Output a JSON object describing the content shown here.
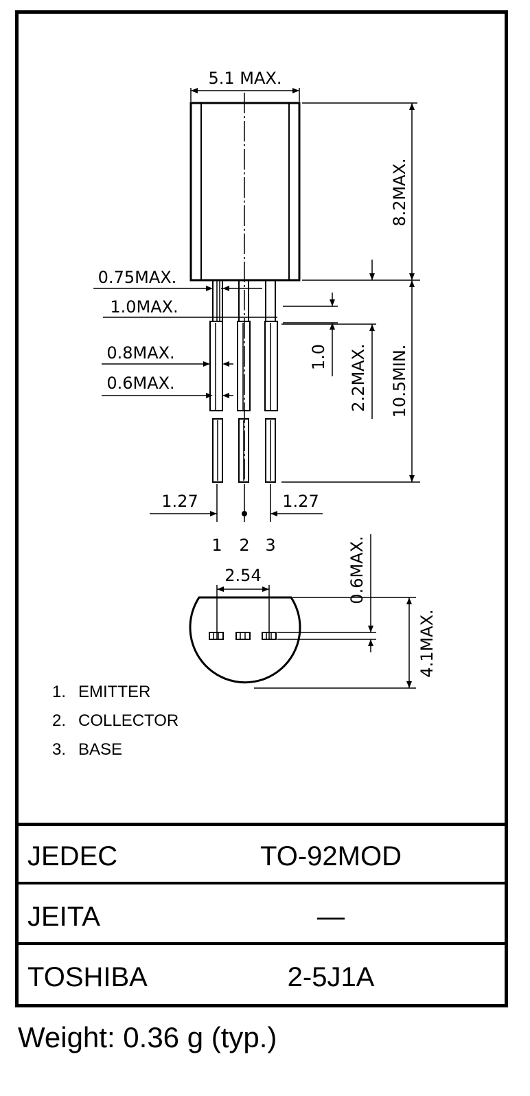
{
  "dimensions": {
    "body_width": "5.1 MAX.",
    "body_height": "8.2MAX.",
    "lead_max_075": "0.75MAX.",
    "lead_max_10": "1.0MAX.",
    "lead_max_08": "0.8MAX.",
    "lead_max_06": "0.6MAX.",
    "standoff": "1.0",
    "kink_height": "2.2MAX.",
    "lead_length": "10.5MIN.",
    "pitch_left": "1.27",
    "pitch_right": "1.27",
    "pin_spacing": "2.54",
    "flat_offset": "0.6MAX.",
    "body_depth": "4.1MAX."
  },
  "pin_numbers": [
    "1",
    "2",
    "3"
  ],
  "pin_legend": [
    {
      "number": "1.",
      "name": "EMITTER"
    },
    {
      "number": "2.",
      "name": "COLLECTOR"
    },
    {
      "number": "3.",
      "name": "BASE"
    }
  ],
  "package_table": [
    {
      "label": "JEDEC",
      "value": "TO-92MOD"
    },
    {
      "label": "JEITA",
      "value": "―"
    },
    {
      "label": "TOSHIBA",
      "value": "2-5J1A"
    }
  ],
  "weight": "Weight: 0.36 g (typ.)"
}
